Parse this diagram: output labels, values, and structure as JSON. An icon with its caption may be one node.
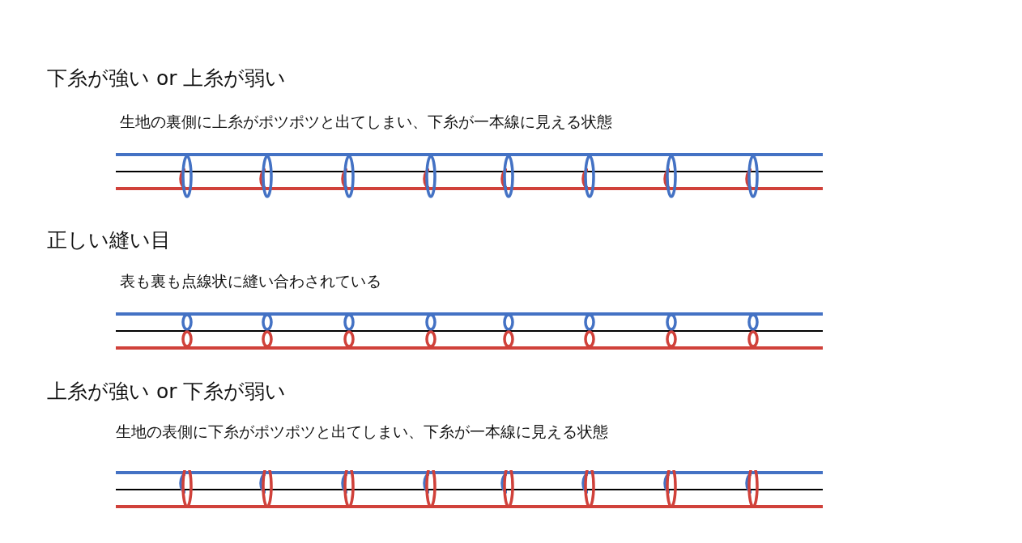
{
  "diagram": {
    "labels": [
      "下糸が強い or 上糸が弱い",
      "生地の裏側に上糸がポツポツと出てしまい、下糸が一本線に見える状態",
      "正しい縫い目",
      "表も裏も点線状に縫い合わされている",
      "上糸が強い or 下糸が弱い",
      "生地の表側に下糸がポツポツと出てしまい、下糸が一本線に見える状態"
    ]
  }
}
